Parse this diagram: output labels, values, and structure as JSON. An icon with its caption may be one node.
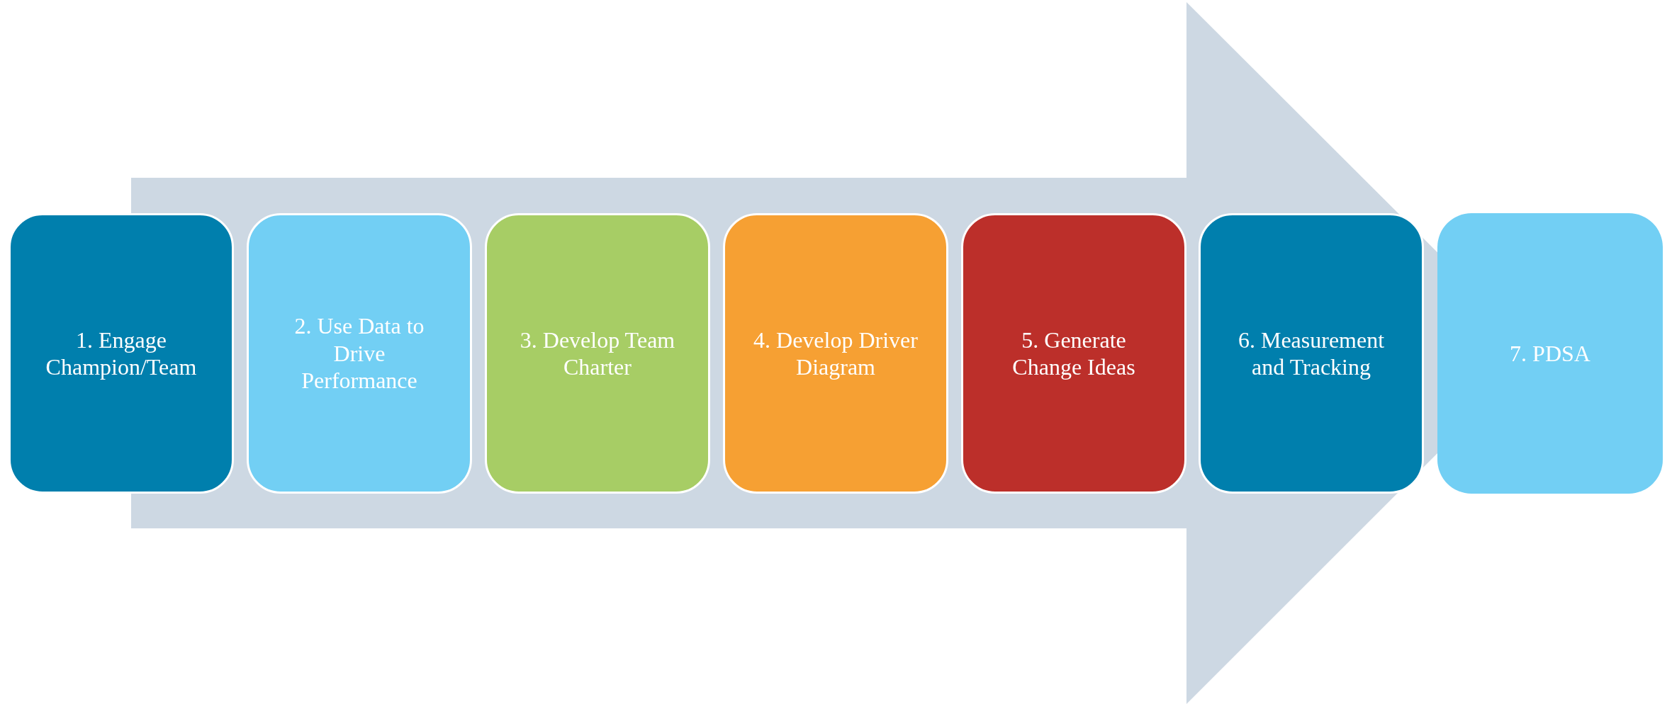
{
  "diagram": {
    "nodes": [
      {
        "text": [
          "1. Engage Champion/Team"
        ]
      },
      {
        "text": [
          "2. Use Data to Drive Performance"
        ]
      },
      {
        "text": [
          "3. Develop Team Charter"
        ]
      },
      {
        "text": [
          "4. Develop Driver Diagram"
        ]
      },
      {
        "text": [
          "5. Generate Change Ideas"
        ]
      },
      {
        "text": [
          "6. Measurement and Tracking"
        ]
      },
      {
        "text": [
          "7. PDSA"
        ]
      }
    ],
    "edges": [
      {
        "from": 0,
        "to": 6,
        "arrow": "to"
      }
    ]
  }
}
